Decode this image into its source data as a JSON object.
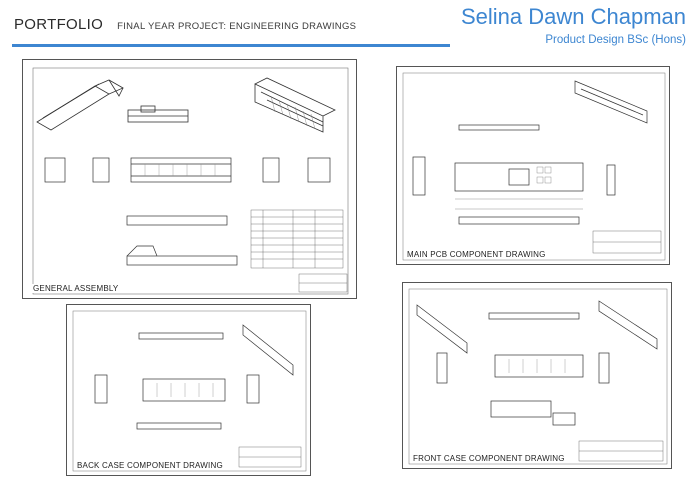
{
  "header": {
    "portfolio_label": "PORTFOLIO",
    "project_title": "FINAL YEAR PROJECT: ENGINEERING DRAWINGS",
    "author_name": "Selina Dawn Chapman",
    "degree": "Product Design BSc (Hons)",
    "accent_color": "#3d86d1"
  },
  "sheets": {
    "general_assembly": {
      "caption": "GENERAL ASSEMBLY"
    },
    "main_pcb": {
      "caption": "MAIN PCB COMPONENT DRAWING"
    },
    "back_case": {
      "caption": "BACK CASE COMPONENT DRAWING"
    },
    "front_case": {
      "caption": "FRONT CASE COMPONENT DRAWING"
    }
  }
}
